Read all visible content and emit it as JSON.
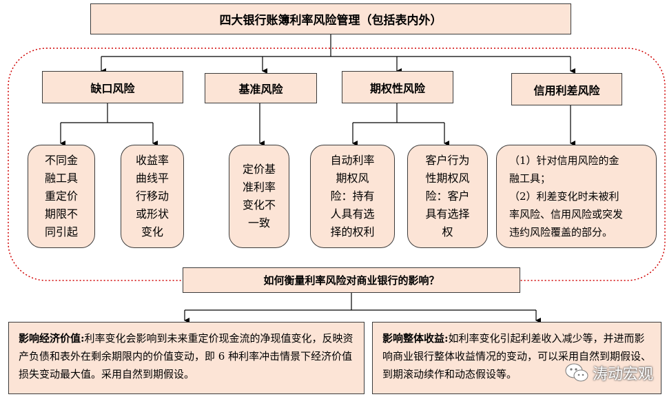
{
  "title": "四大银行账簿利率风险管理（包括表内外）",
  "categories": [
    {
      "label": "缺口风险"
    },
    {
      "label": "基准风险"
    },
    {
      "label": "期权性风险"
    },
    {
      "label": "信用利差风险"
    }
  ],
  "leaves": {
    "gap_1": "不同金\n融工具\n重定价\n期限不\n同引起",
    "gap_2": "收益率\n曲线平\n行移动\n或形状\n变化",
    "basis_1": "定价基\n准利率\n变化不\n一致",
    "option_1": "自动利率\n期权风\n险：持有\n人具有选\n择的权利",
    "option_2": "客户行为\n性期权风\n险：客户\n具有选择\n权",
    "credit_1": "（1）针对信用风险的金\n融工具；\n（2）利差变化时未被利\n率风险、信用风险或突发\n违约风险覆盖的部分。"
  },
  "question": "如何衡量利率风险对商业银行的影响？",
  "bottom_left": {
    "label": "影响经济价值:",
    "text": "利率变化会影响到未来重定价现金流的净现值变化，反映资产负债和表外在剩余期限内的价值变动，即 6 种利率冲击情景下经济价值损失变动最大值。采用自然到期假设。"
  },
  "bottom_right": {
    "label": "影响整体收益:",
    "text": "如利率变化引起利差收入减少等，并进而影响商业银行整体收益情况的变动，可以采用自然到期假设、到期滚动续作和动态假设等。"
  },
  "watermark": "涛动宏观",
  "colors": {
    "box_fill": "#fce4d6",
    "border": "#3a3a3a",
    "dotted": "#d00000"
  }
}
